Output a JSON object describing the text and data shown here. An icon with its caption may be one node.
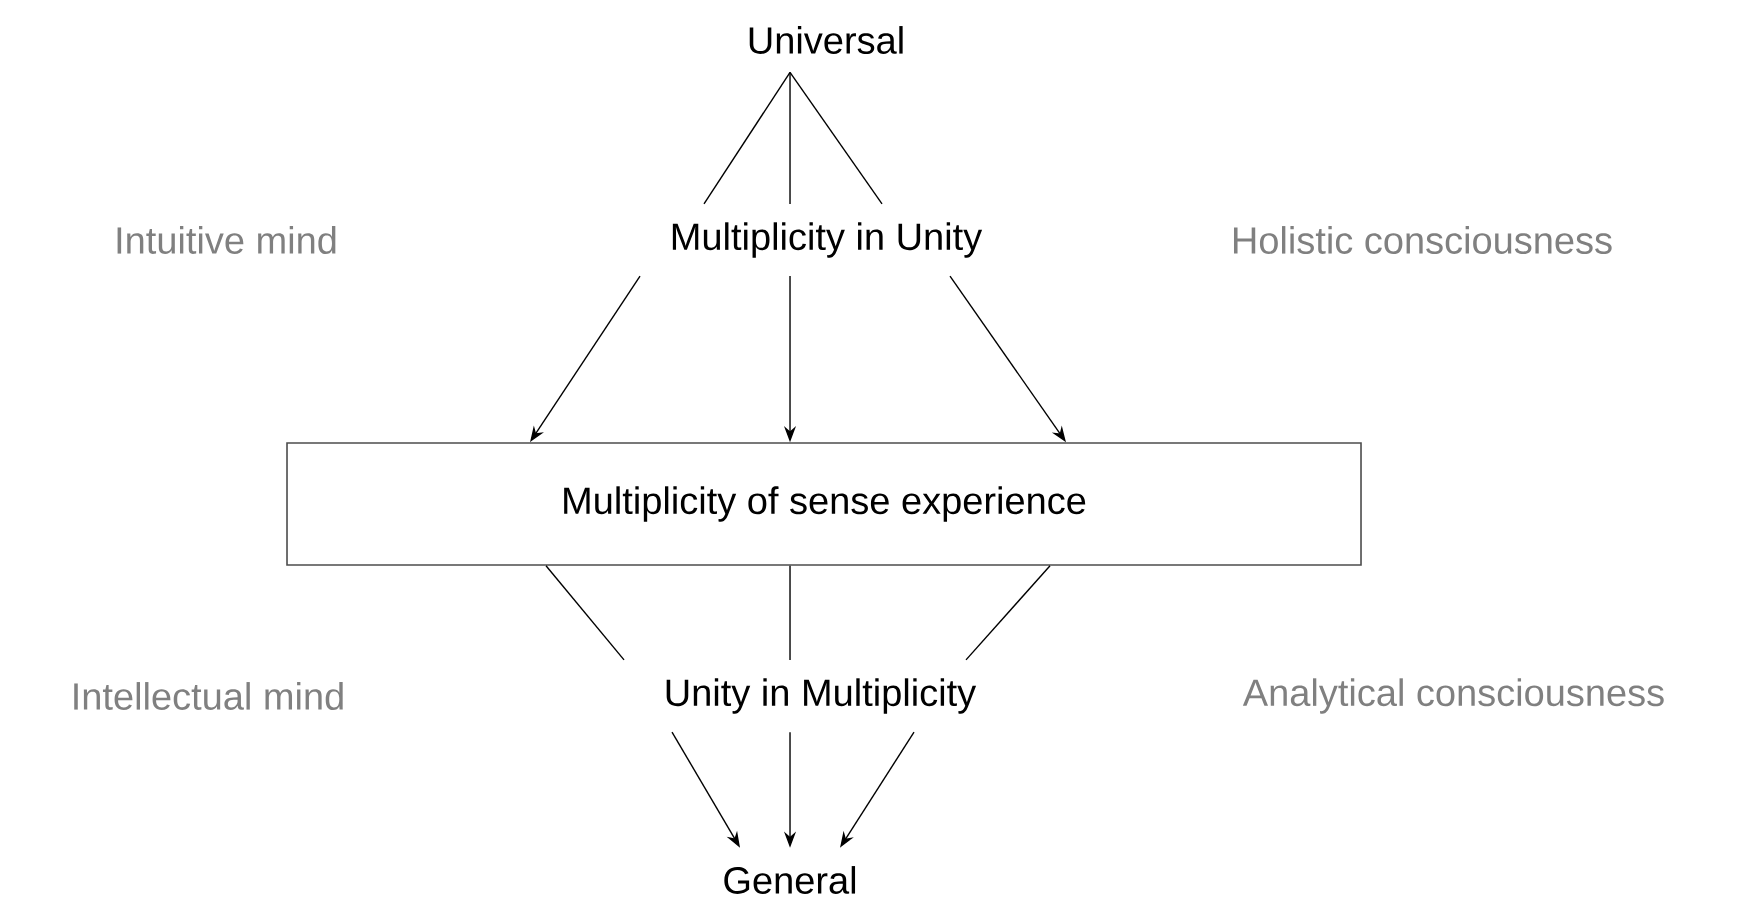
{
  "diagram": {
    "nodes": [
      {
        "text": [
          "Universal"
        ]
      },
      {
        "text": [
          "Multiplicity in Unity"
        ]
      },
      {
        "text": [
          "Multiplicity of sense experience"
        ]
      },
      {
        "text": [
          "Unity in Multiplicity"
        ]
      },
      {
        "text": [
          "General"
        ]
      }
    ],
    "edges": [
      {
        "from": 0,
        "to": 1,
        "arrow": "none"
      },
      {
        "from": 0,
        "to": 1,
        "arrow": "none"
      },
      {
        "from": 0,
        "to": 1,
        "arrow": "none"
      },
      {
        "from": 1,
        "to": 2,
        "arrow": "to"
      },
      {
        "from": 1,
        "to": 2,
        "arrow": "to"
      },
      {
        "from": 1,
        "to": 2,
        "arrow": "to"
      },
      {
        "from": 2,
        "to": 3,
        "arrow": "none"
      },
      {
        "from": 2,
        "to": 3,
        "arrow": "none"
      },
      {
        "from": 2,
        "to": 3,
        "arrow": "none"
      },
      {
        "from": 3,
        "to": 4,
        "arrow": "to"
      },
      {
        "from": 3,
        "to": 4,
        "arrow": "to"
      },
      {
        "from": 3,
        "to": 4,
        "arrow": "to"
      }
    ],
    "labels": [
      "Intuitive mind",
      "Holistic consciousness",
      "Intellectual mind",
      "Analytical consciousness"
    ]
  }
}
